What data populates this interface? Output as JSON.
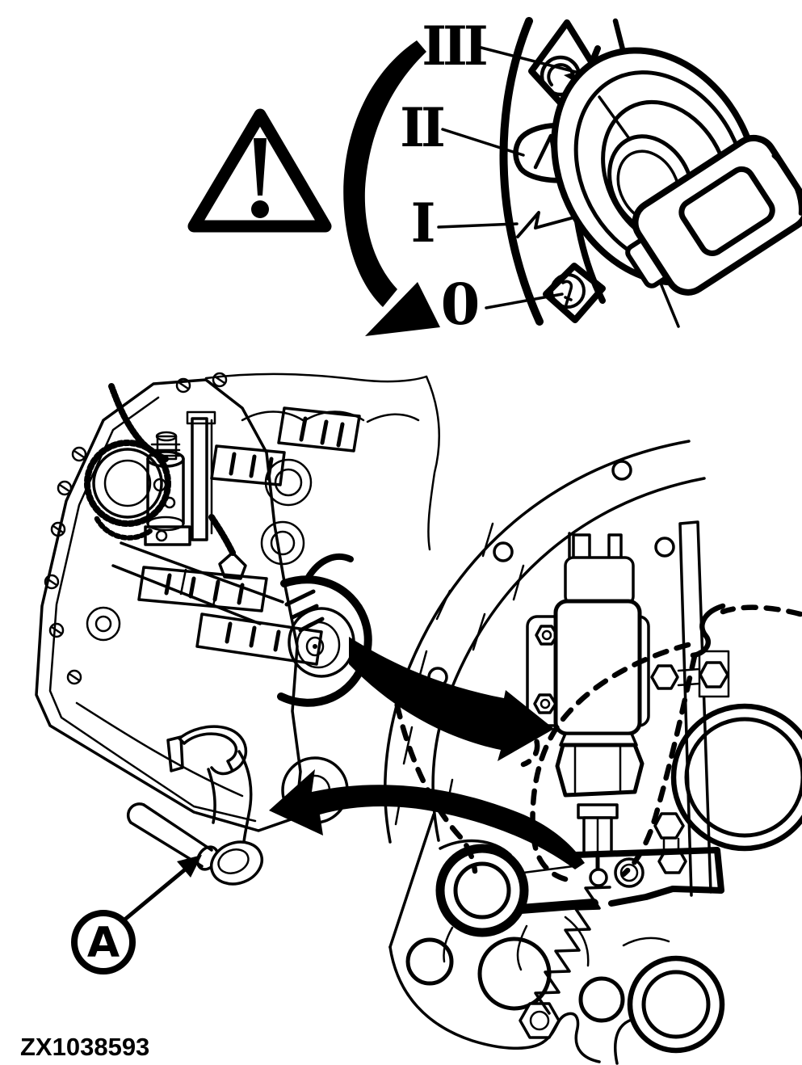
{
  "figure": {
    "code": "ZX1038593",
    "callout_a_label": "A",
    "ignition_positions": [
      {
        "label": "III"
      },
      {
        "label": "II"
      },
      {
        "label": "I"
      },
      {
        "label": "0"
      }
    ]
  }
}
